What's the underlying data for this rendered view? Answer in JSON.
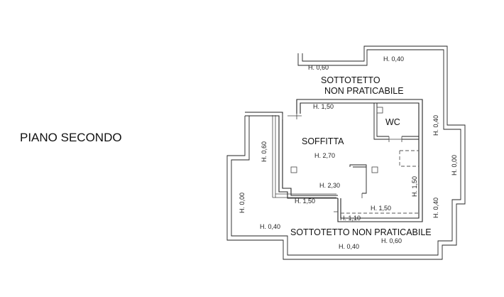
{
  "title": "PIANO SECONDO",
  "rooms": {
    "sottotetto_top_1": "SOTTOTETTO",
    "sottotetto_top_2": "NON PRATICABILE",
    "wc": "WC",
    "soffitta": "SOFFITTA",
    "sottotetto_bottom": "SOTTOTETTO NON PRATICABILE"
  },
  "heights": {
    "h_top_left": "H. 0,60",
    "h_top_right": "H. 0,40",
    "h_corridor": "H. 1,50",
    "h_soffitta": "H. 2,70",
    "h_step": "H. 2,30",
    "h_left_low": "H. 1,50",
    "h_step_low": "H. 1,10",
    "h_center_right": "H. 1,50",
    "h_bottom_left": "H. 0,40",
    "h_bottom_center": "H. 0,40",
    "h_bottom_right": "H. 0,60",
    "h_left_vert_1": "H. 0,60",
    "h_left_vert_2": "H. 0,00",
    "h_right_vert_1": "H. 0,40",
    "h_right_vert_2": "H. 0,00",
    "h_right_vert_3": "H. 0,40",
    "h_inner_vert": "H. 1,50"
  }
}
